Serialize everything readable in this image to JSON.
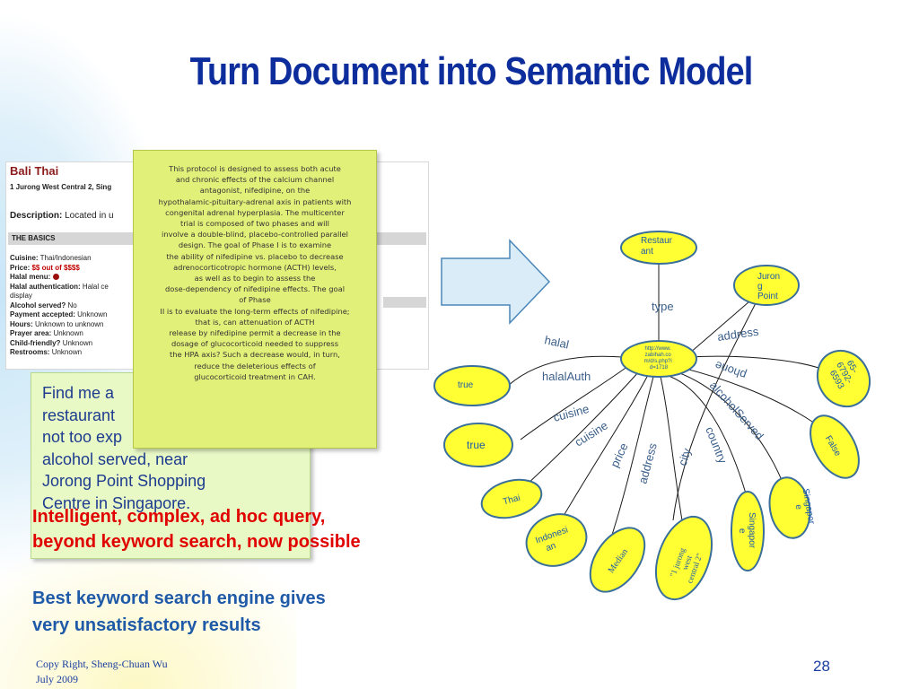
{
  "slide": {
    "title": "Turn Document into Semantic Model",
    "page_number": "28",
    "footer_line1": "Copy Right, Sheng-Chuan Wu",
    "footer_line2": "July 2009"
  },
  "restaurant_page": {
    "name": "Bali Thai",
    "address": "1 Jurong West Central 2, Sing",
    "description_label": "Description:",
    "description_value": "Located in u",
    "basics_header": "THE BASICS",
    "fields": [
      {
        "key": "Cuisine:",
        "value": "Thai/Indonesian"
      },
      {
        "key": "Price:",
        "value": "$$ out of $$$$"
      },
      {
        "key": "Halal menu:",
        "value": "●"
      },
      {
        "key": "Halal authentication:",
        "value": "Halal ce"
      },
      {
        "key": "",
        "value": "display"
      },
      {
        "key": "Alcohol served?",
        "value": "No"
      },
      {
        "key": "Payment accepted:",
        "value": "Unknown"
      },
      {
        "key": "Hours:",
        "value": "Unknown to unknown"
      },
      {
        "key": "Prayer area:",
        "value": "Unknown"
      },
      {
        "key": "Child-friendly?",
        "value": "Unknown"
      },
      {
        "key": "Restrooms:",
        "value": "Unknown"
      }
    ]
  },
  "protocol_text": [
    "This protocol is designed to assess both acute",
    "and chronic effects of the calcium channel",
    "antagonist, nifedipine, on the",
    "hypothalamic-pituitary-adrenal axis in patients with",
    "congenital adrenal hyperplasia. The multicenter",
    "trial is composed of two phases and will",
    "involve a double-blind, placebo-controlled parallel",
    "design. The goal of Phase I is to examine",
    "the ability of nifedipine vs. placebo to decrease",
    "adrenocorticotropic hormone (ACTH) levels,",
    "as well as to begin to assess the",
    "dose-dependency of nifedipine effects. The goal",
    "of Phase",
    "II is to evaluate the long-term effects of nifedipine;",
    "that is, can attenuation of ACTH",
    "release by nifedipine permit a decrease in the",
    "dosage of glucocorticoid needed to suppress",
    "the HPA axis? Such a decrease would, in turn,",
    "reduce the deleterious effects of",
    "glucocorticoid treatment in CAH."
  ],
  "query_text": [
    "Find me a",
    "restaurant",
    "not too exp",
    "alcohol served, near",
    "Jorong Point Shopping",
    "Centre in Singapore."
  ],
  "intelligent_text": [
    "Intelligent, complex, ad hoc query,",
    "beyond keyword search, now possible"
  ],
  "best_text": [
    "Best keyword search engine gives",
    "very unsatisfactory results"
  ],
  "graph": {
    "center_label": "http://www.zabihah.com/d/s.php?id=1718",
    "nodes": [
      {
        "id": "restaurant",
        "label": "Restaurant"
      },
      {
        "id": "jurong",
        "label": "Jurong Point"
      },
      {
        "id": "phone_val",
        "label": "65-6792-6593"
      },
      {
        "id": "false",
        "label": "False"
      },
      {
        "id": "singapore1",
        "label": "Singapore"
      },
      {
        "id": "singapore2",
        "label": "Singapore"
      },
      {
        "id": "addr_val",
        "label": "1 jurong west central 2"
      },
      {
        "id": "median",
        "label": "Median"
      },
      {
        "id": "indonesian",
        "label": "Indonesian"
      },
      {
        "id": "thai",
        "label": "Thai"
      },
      {
        "id": "true2",
        "label": "true"
      },
      {
        "id": "true1",
        "label": "true"
      }
    ],
    "edges": [
      {
        "label": "type"
      },
      {
        "label": "address"
      },
      {
        "label": "phone"
      },
      {
        "label": "alcoholServed"
      },
      {
        "label": "country"
      },
      {
        "label": "city"
      },
      {
        "label": "address"
      },
      {
        "label": "price"
      },
      {
        "label": "cuisine"
      },
      {
        "label": "cuisine"
      },
      {
        "label": "halalAuth"
      },
      {
        "label": "halal"
      }
    ]
  },
  "colors": {
    "title": "#0d2d9c",
    "node_fill": "#ffff33",
    "node_stroke": "#3a6f9a",
    "edge_label": "#3b5f8a",
    "arrow_fill": "#d9ecf8",
    "arrow_stroke": "#4a86b8"
  }
}
